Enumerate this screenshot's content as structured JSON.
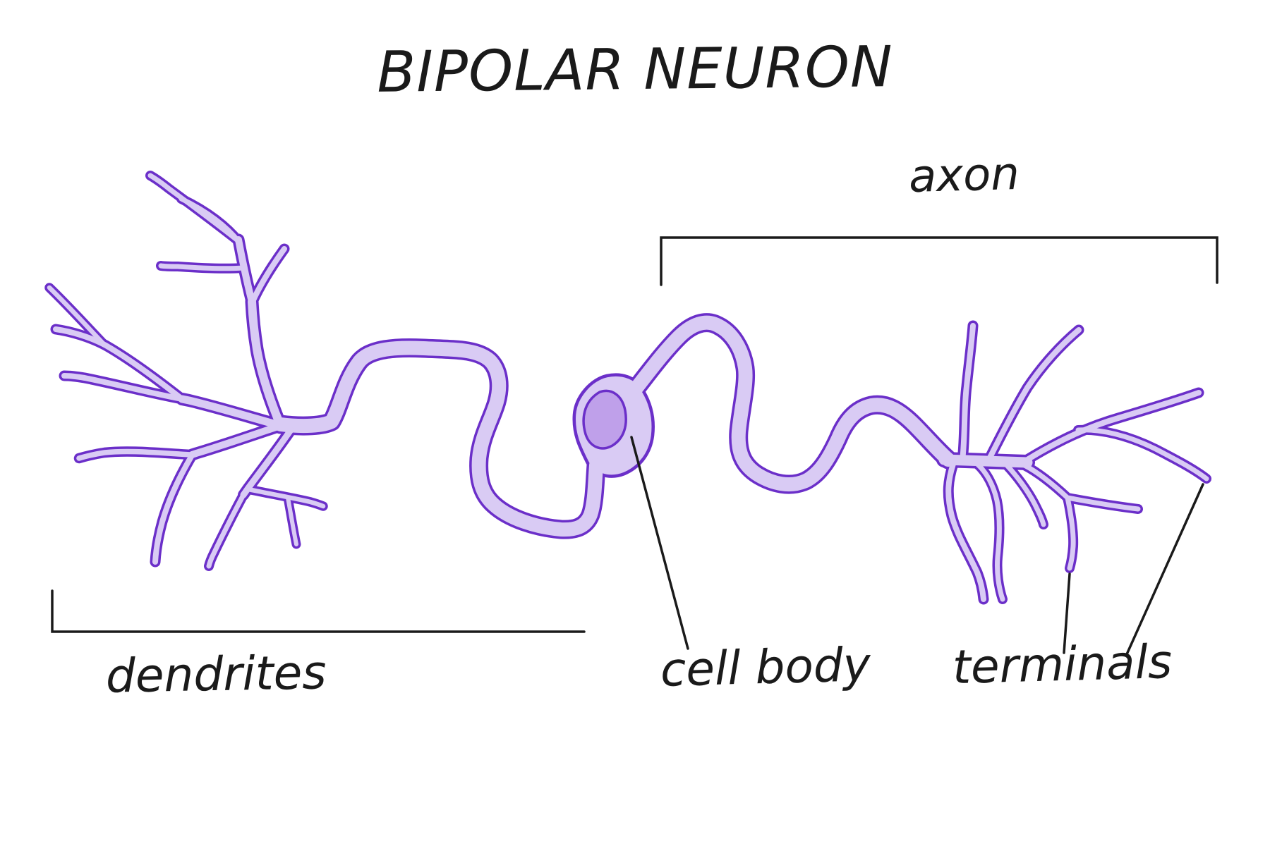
{
  "title": "BIPOLAR NEURON",
  "labels": {
    "axon": "axon",
    "dendrites": "dendrites",
    "cell_body": "cell body",
    "terminals": "terminals"
  },
  "colors": {
    "background": "#ffffff",
    "neuron_fill": "#d9cbf4",
    "neuron_outline": "#6b2fc9",
    "nucleus_fill": "#bfa0ea",
    "annotation": "#1a1a1a"
  }
}
